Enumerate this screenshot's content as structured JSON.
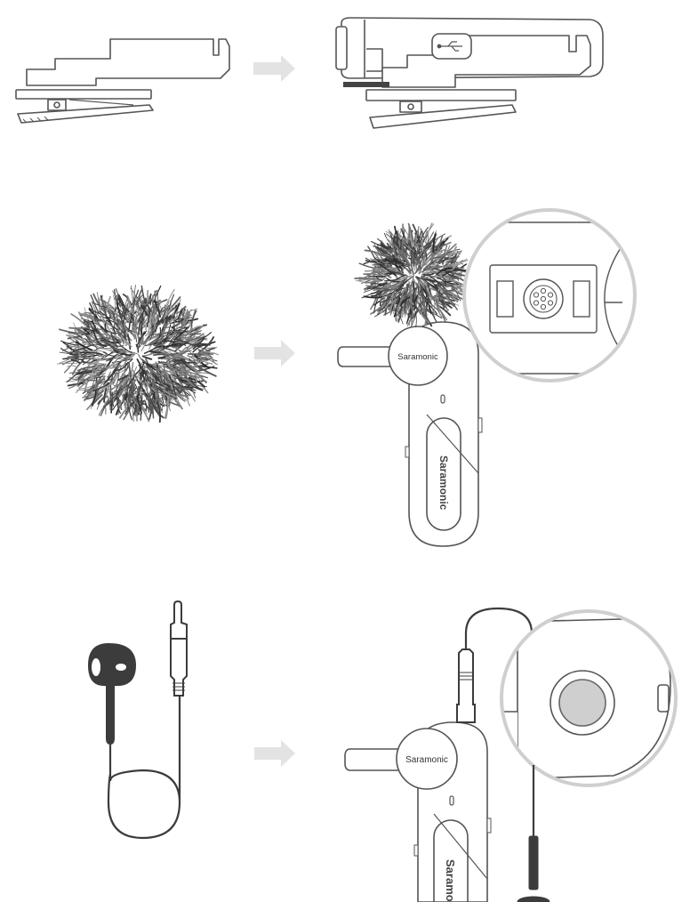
{
  "brand": {
    "label_circle_row2": "Saramonic",
    "label_body_row2": "Saramonic",
    "label_circle_row3": "Saramonic",
    "label_body_row3": "Saramonic"
  },
  "icons": {
    "arrow": "arrow-right-icon",
    "usb": "usb-icon"
  },
  "colors": {
    "outline": "#555555",
    "outline_light": "#9a9a9a",
    "arrow": "#e3e3e3",
    "dark": "#3c3c3c",
    "background": "#ffffff"
  }
}
